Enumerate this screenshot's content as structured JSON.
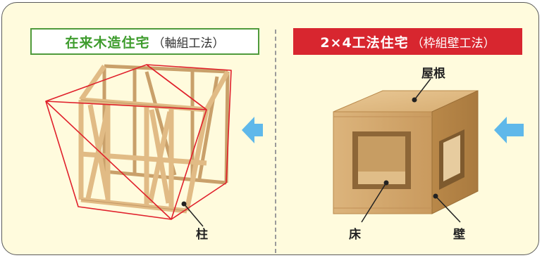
{
  "left": {
    "title_main": "在来木造住宅",
    "title_sub": "（軸組工法）",
    "callouts": {
      "pillar": "柱"
    }
  },
  "right": {
    "title_main": "2×4工法住宅",
    "title_sub": "（枠組壁工法）",
    "callouts": {
      "roof": "屋根",
      "floor": "床",
      "wall": "壁"
    }
  },
  "colors": {
    "panel_bg": "#fffbdd",
    "accent_green": "#3e9c2d",
    "accent_red": "#d8262f",
    "arrow_blue": "#5fb8ea",
    "wood": "#dcb47c"
  },
  "icons": [
    "left-arrow-icon",
    "left-arrow-icon"
  ]
}
